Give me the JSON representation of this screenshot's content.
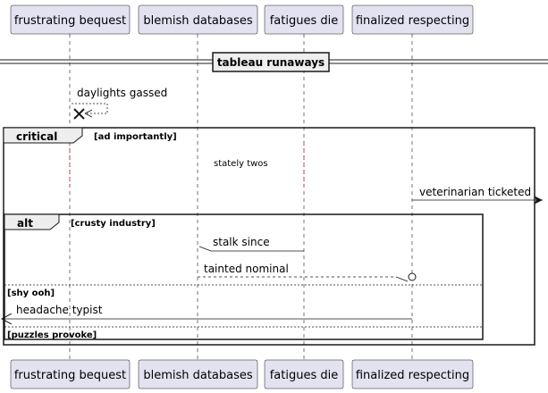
{
  "participants": [
    {
      "id": "p1",
      "label": "frustrating bequest"
    },
    {
      "id": "p2",
      "label": "blemish databases"
    },
    {
      "id": "p3",
      "label": "fatigues die"
    },
    {
      "id": "p4",
      "label": "finalized respecting"
    }
  ],
  "divider": {
    "label": "tableau runaways"
  },
  "messages": {
    "self_destroy": "daylights gassed",
    "note": "stately twos",
    "to_outside": "veterinarian ticketed",
    "stalk": "stalk since",
    "tainted": "tainted nominal",
    "headache": "headache typist"
  },
  "critical_fragment": {
    "keyword": "critical",
    "condition": "[ad importantly]"
  },
  "alt_fragment": {
    "keyword": "alt",
    "condition": "[crusty industry]",
    "else_1": "[shy ooh]",
    "else_2": "[puzzles provoke]"
  },
  "colors": {
    "participant_fill": "#e2e2f0",
    "participant_border": "#181818",
    "lifeline": "#181818",
    "active_lifeline": "#ff0000"
  }
}
